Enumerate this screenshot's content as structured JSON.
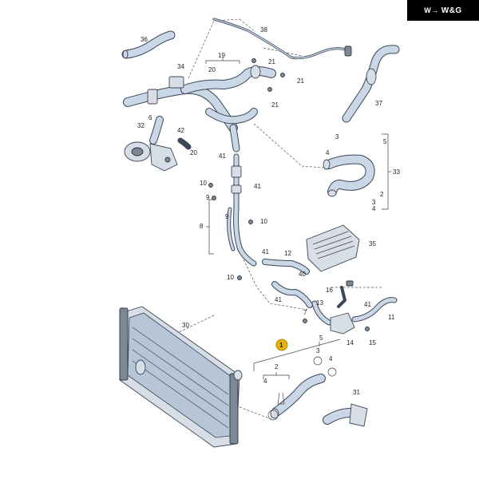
{
  "brand": {
    "mark": "W→",
    "name": "W&G"
  },
  "callouts": [
    "36",
    "38",
    "19",
    "20",
    "21",
    "34",
    "6",
    "42",
    "32",
    "20",
    "21",
    "37",
    "3",
    "4",
    "5",
    "33",
    "41",
    "10",
    "9",
    "41",
    "8",
    "10",
    "41",
    "12",
    "35",
    "40",
    "10",
    "41",
    "16",
    "13",
    "7",
    "41",
    "11",
    "30",
    "1",
    "5",
    "3",
    "4",
    "2",
    "14",
    "15",
    "4",
    "31",
    "21",
    "2",
    "3",
    "4",
    "9"
  ],
  "highlighted_callout": "1",
  "colors": {
    "part_fill": "#c9d7e6",
    "outline": "#3b4756",
    "highlight": "#e8b400",
    "brand_bg": "#000000"
  }
}
